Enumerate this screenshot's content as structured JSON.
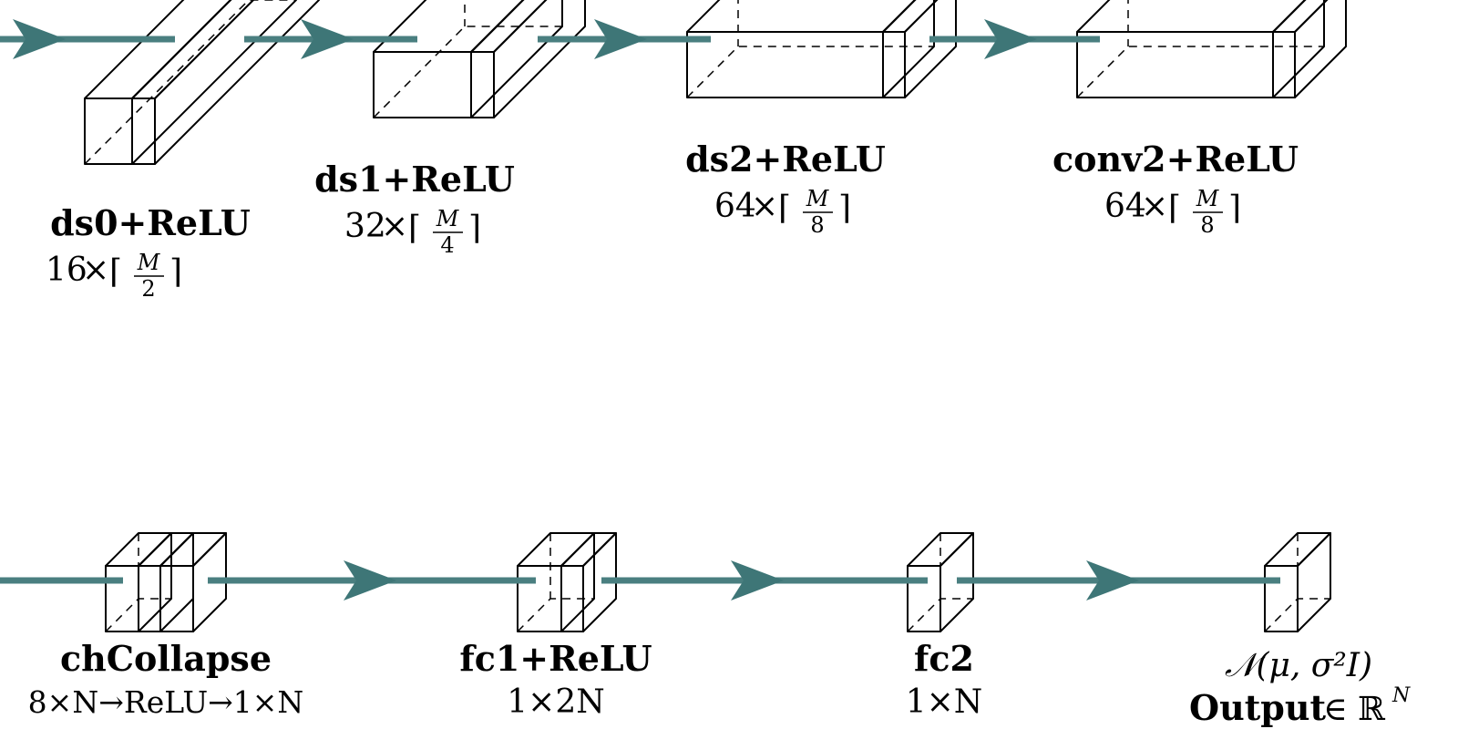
{
  "colors": {
    "conv": "#fde8c2",
    "relu": "#2a7a57",
    "fc": "#a982d9",
    "output": "#a8e2c8",
    "arrow": "#3e7677",
    "stroke": "#000000"
  },
  "top_row": [
    {
      "title": "ds0+ReLU",
      "dim_count": "16",
      "dim_den": "2"
    },
    {
      "title": "ds1+ReLU",
      "dim_count": "32",
      "dim_den": "4"
    },
    {
      "title": "ds2+ReLU",
      "dim_count": "64",
      "dim_den": "8"
    },
    {
      "title": "conv2+ReLU",
      "dim_count": "64",
      "dim_den": "8"
    }
  ],
  "bottom_row": [
    {
      "title": "chCollapse",
      "dim": "8×N→ReLU→1×N"
    },
    {
      "title": "fc1+ReLU",
      "dim": "1×2N"
    },
    {
      "title": "fc2",
      "dim": "1×N"
    },
    {
      "title": "Output",
      "dist": "𝒩(μ, σ²I)",
      "member": "∈ ℝ",
      "sup": "N"
    }
  ],
  "symbols": {
    "times": "×",
    "M": "M",
    "ceil_left": "⌈",
    "ceil_right": "⌉"
  }
}
